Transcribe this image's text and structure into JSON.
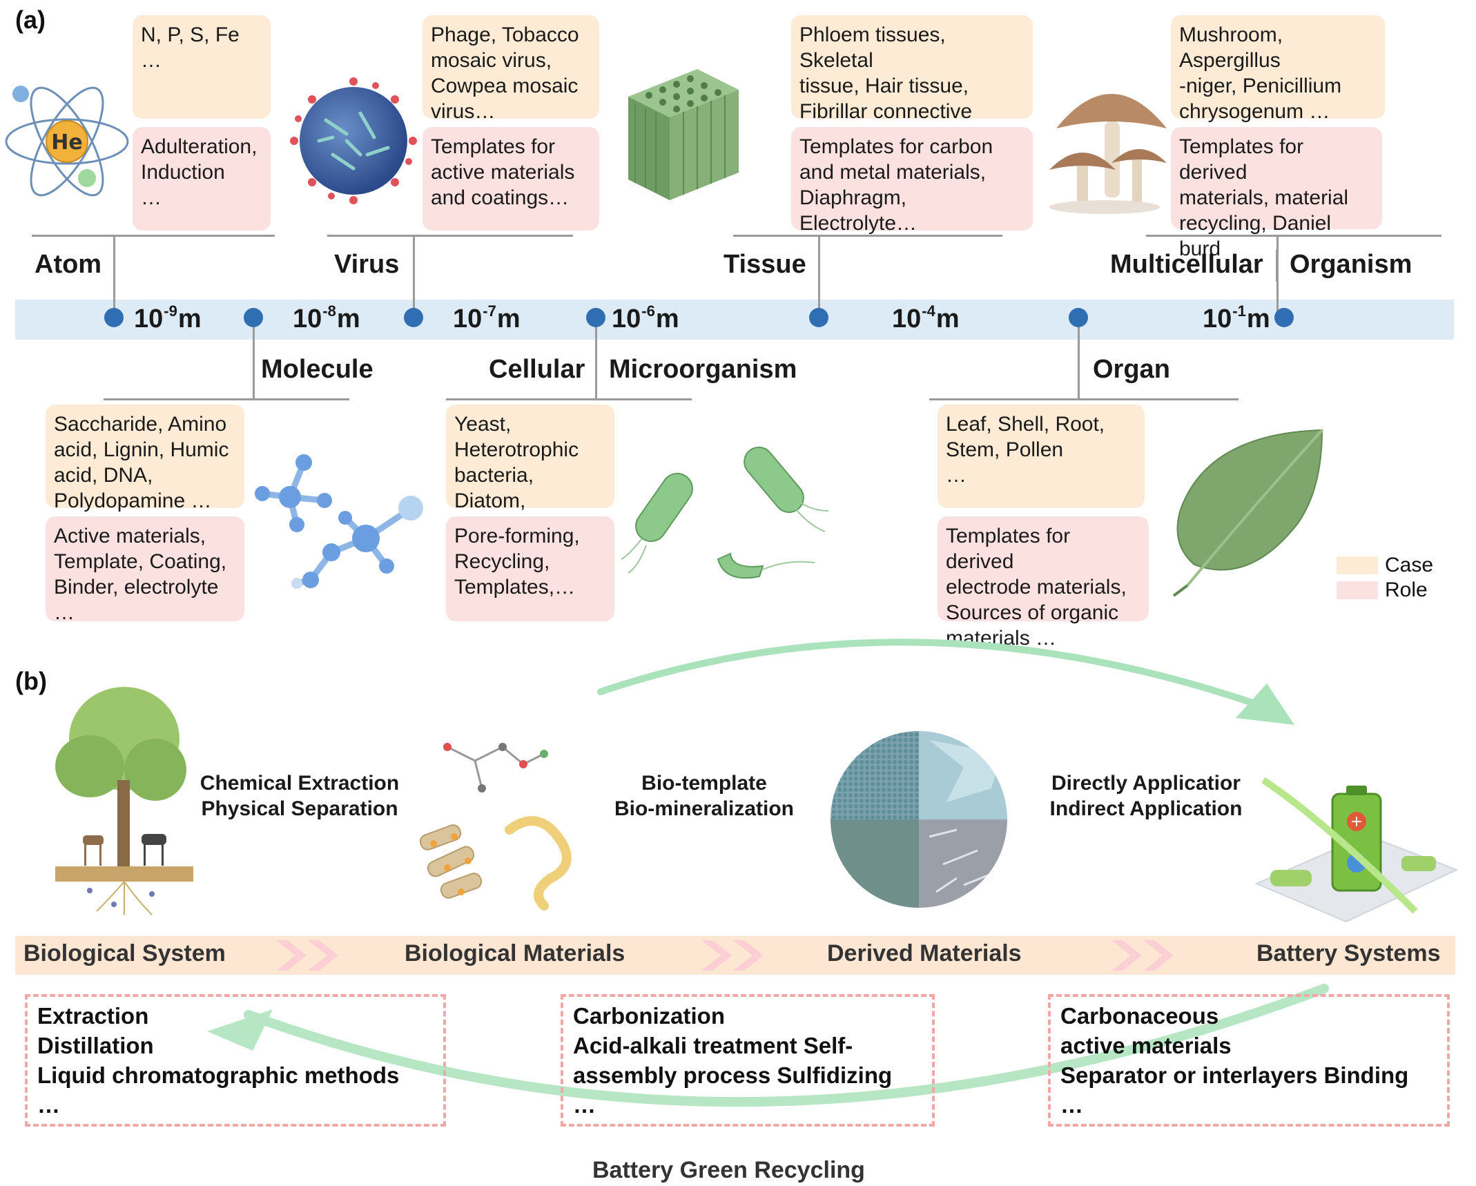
{
  "panel_a_label": "(a)",
  "panel_b_label": "(b)",
  "colors": {
    "case": "#fdebd6",
    "role": "#fce1e1",
    "axis": "#dcebf6",
    "dot": "#2f6eb3",
    "arrow": "#8fd3a6"
  },
  "levels": {
    "atom": "Atom",
    "virus": "Virus",
    "tissue": "Tissue",
    "multicellular": "Multicellular",
    "organism": "Organism",
    "molecule": "Molecule",
    "cellular": "Cellular",
    "microorganism": "Microorganism",
    "organ": "Organ"
  },
  "scales": [
    {
      "base": "10",
      "exp": "-9",
      "unit": "m"
    },
    {
      "base": "10",
      "exp": "-8",
      "unit": "m"
    },
    {
      "base": "10",
      "exp": "-7",
      "unit": "m"
    },
    {
      "base": "10",
      "exp": "-6",
      "unit": "m"
    },
    {
      "base": "10",
      "exp": "-4",
      "unit": "m"
    },
    {
      "base": "10",
      "exp": "-1",
      "unit": "m"
    }
  ],
  "boxes": {
    "atom_case": "N, P, S, Fe\n…",
    "atom_role": "Adulteration,\nInduction\n…",
    "virus_case": "Phage, Tobacco\nmosaic virus,\nCowpea mosaic\nvirus…",
    "virus_role": "Templates for\nactive materials\nand coatings…",
    "tissue_case": "Phloem tissues, Skeletal\ntissue, Hair tissue,\nFibrillar connective\ntissue, Body fluid…",
    "tissue_role": "Templates for carbon\nand metal materials,\nDiaphragm,\nElectrolyte…",
    "organism_case": "Mushroom,\nAspergillus\n-niger, Penicillium\nchrysogenum …",
    "organism_role": "Templates for derived\nmaterials, material\nrecycling, Daniel burd",
    "molecule_case": "Saccharide, Amino\nacid, Lignin, Humic\nacid, DNA,\nPolydopamine …",
    "molecule_role": "Active materials,\nTemplate, Coating,\nBinder, electrolyte\n…",
    "micro_case": "Yeast,\nHeterotrophic\nbacteria, Diatom,\nBacteria…",
    "micro_role": "Pore-forming,\nRecycling,\nTemplates,…",
    "organ_case": "Leaf, Shell, Root,\nStem, Pollen\n…",
    "organ_role": "Templates for derived\nelectrode materials,\nSources of organic\nmaterials …"
  },
  "legend": {
    "case": "Case",
    "role": "Role"
  },
  "atom_symbol": "He",
  "methods": {
    "m1": "Chemical Extraction\nPhysical Separation",
    "m2": "Bio-template\nBio-mineralization",
    "m3": "Directly Applicatior\nIndirect Application"
  },
  "flow": {
    "s1": "Biological System",
    "s2": "Biological Materials",
    "s3": "Derived Materials",
    "s4": "Battery Systems"
  },
  "processes": {
    "p1": "Extraction\nDistillation\nLiquid chromatographic methods\n…",
    "p2": "Carbonization\n Acid-alkali treatment Self-\nassembly process Sulfidizing\n…",
    "p3": "Carbonaceous\nactive materials\nSeparator or interlayers Binding\n…"
  },
  "recycling_label": "Battery Green Recycling"
}
